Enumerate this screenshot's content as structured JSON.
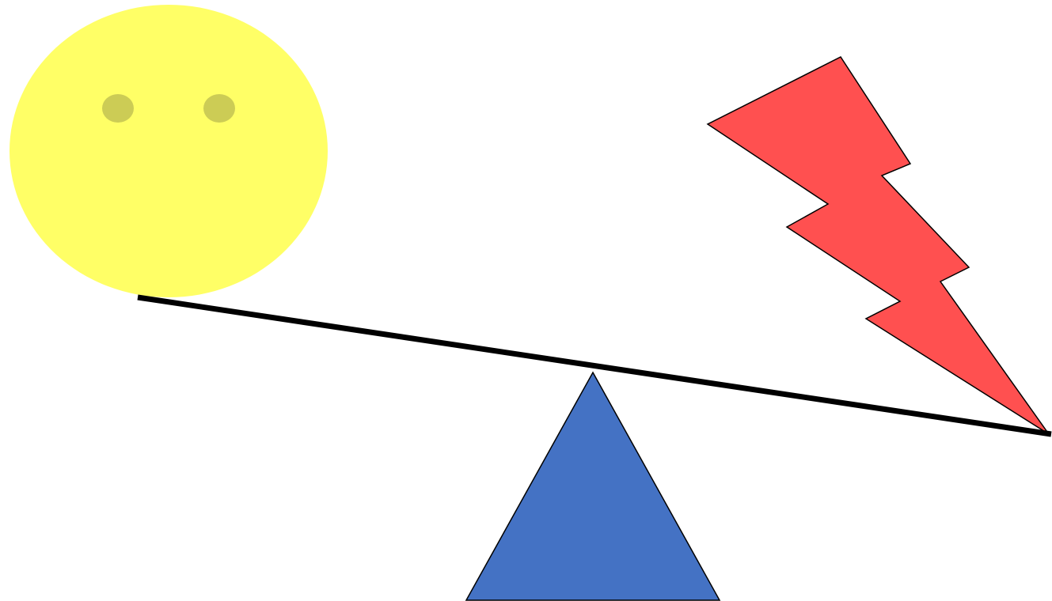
{
  "figure": {
    "shapes": [
      {
        "id": "sun",
        "kind": "ellipse",
        "fill": "#FFFF66"
      },
      {
        "id": "sun-eye-left",
        "kind": "ellipse",
        "fill": "#CCCC55"
      },
      {
        "id": "sun-eye-right",
        "kind": "ellipse",
        "fill": "#CCCC55"
      },
      {
        "id": "seesaw-plank",
        "kind": "line",
        "stroke": "#000000"
      },
      {
        "id": "fulcrum",
        "kind": "triangle",
        "fill": "#4472C4",
        "stroke": "#000000"
      },
      {
        "id": "lightning-bolt",
        "kind": "polygon",
        "fill": "#FF5050",
        "stroke": "#000000"
      }
    ]
  }
}
